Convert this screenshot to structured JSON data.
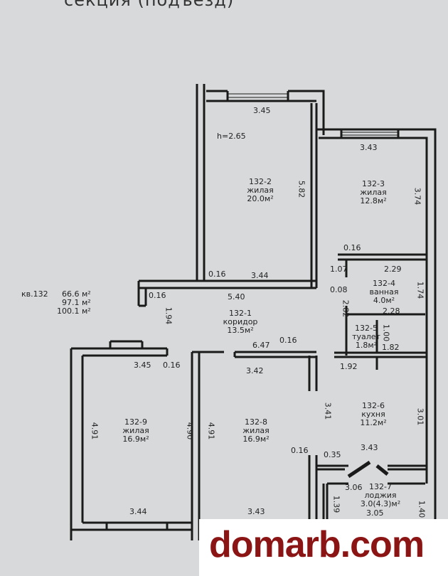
{
  "header": {
    "text": "секция (подъезд)"
  },
  "apartment": {
    "number": "кв.132",
    "areas": [
      "66.6 м²",
      "97.1 м²",
      "100.1 м²"
    ]
  },
  "ceiling_height": "h=2.65",
  "rooms": [
    {
      "id": "132-1",
      "type": "коридор",
      "area": "13.5м²"
    },
    {
      "id": "132-2",
      "type": "жилая",
      "area": "20.0м²"
    },
    {
      "id": "132-3",
      "type": "жилая",
      "area": "12.8м²"
    },
    {
      "id": "132-4",
      "type": "ванная",
      "area": "4.0м²"
    },
    {
      "id": "132-5",
      "type": "туалет",
      "area": "1.8м²"
    },
    {
      "id": "132-6",
      "type": "кухня",
      "area": "11.2м²"
    },
    {
      "id": "132-7",
      "type": "лоджия",
      "area": "3.0(4.3)м²"
    },
    {
      "id": "132-8",
      "type": "жилая",
      "area": "16.9м²"
    },
    {
      "id": "132-9",
      "type": "жилая",
      "area": "16.9м²"
    }
  ],
  "dimensions": {
    "d1": "3.45",
    "d2": "5.82",
    "d3": "3.44",
    "d4": "0.16",
    "d5": "3.43",
    "d6": "3.74",
    "d7": "0.16",
    "d8": "1.07",
    "d9": "2.29",
    "d10": "1.74",
    "d11": "0.08",
    "d12": "2.82",
    "d13": "2.28",
    "d14": "1.00",
    "d15": "1.82",
    "d16": "1.92",
    "d17": "5.40",
    "d18": "0.16",
    "d19": "1.94",
    "d20": "6.47",
    "d21": "0.16",
    "d22": "3.42",
    "d23": "3.45",
    "d24": "0.16",
    "d25": "4.91",
    "d26": "4.90",
    "d27": "4.91",
    "d28": "3.41",
    "d29": "3.01",
    "d30": "0.16",
    "d31": "0.35",
    "d32": "3.43",
    "d33": "3.06",
    "d34": "1.39",
    "d35": "1.40",
    "d36": "3.44",
    "d37": "3.43",
    "d38": "3.05"
  },
  "watermark": "domarb.com"
}
